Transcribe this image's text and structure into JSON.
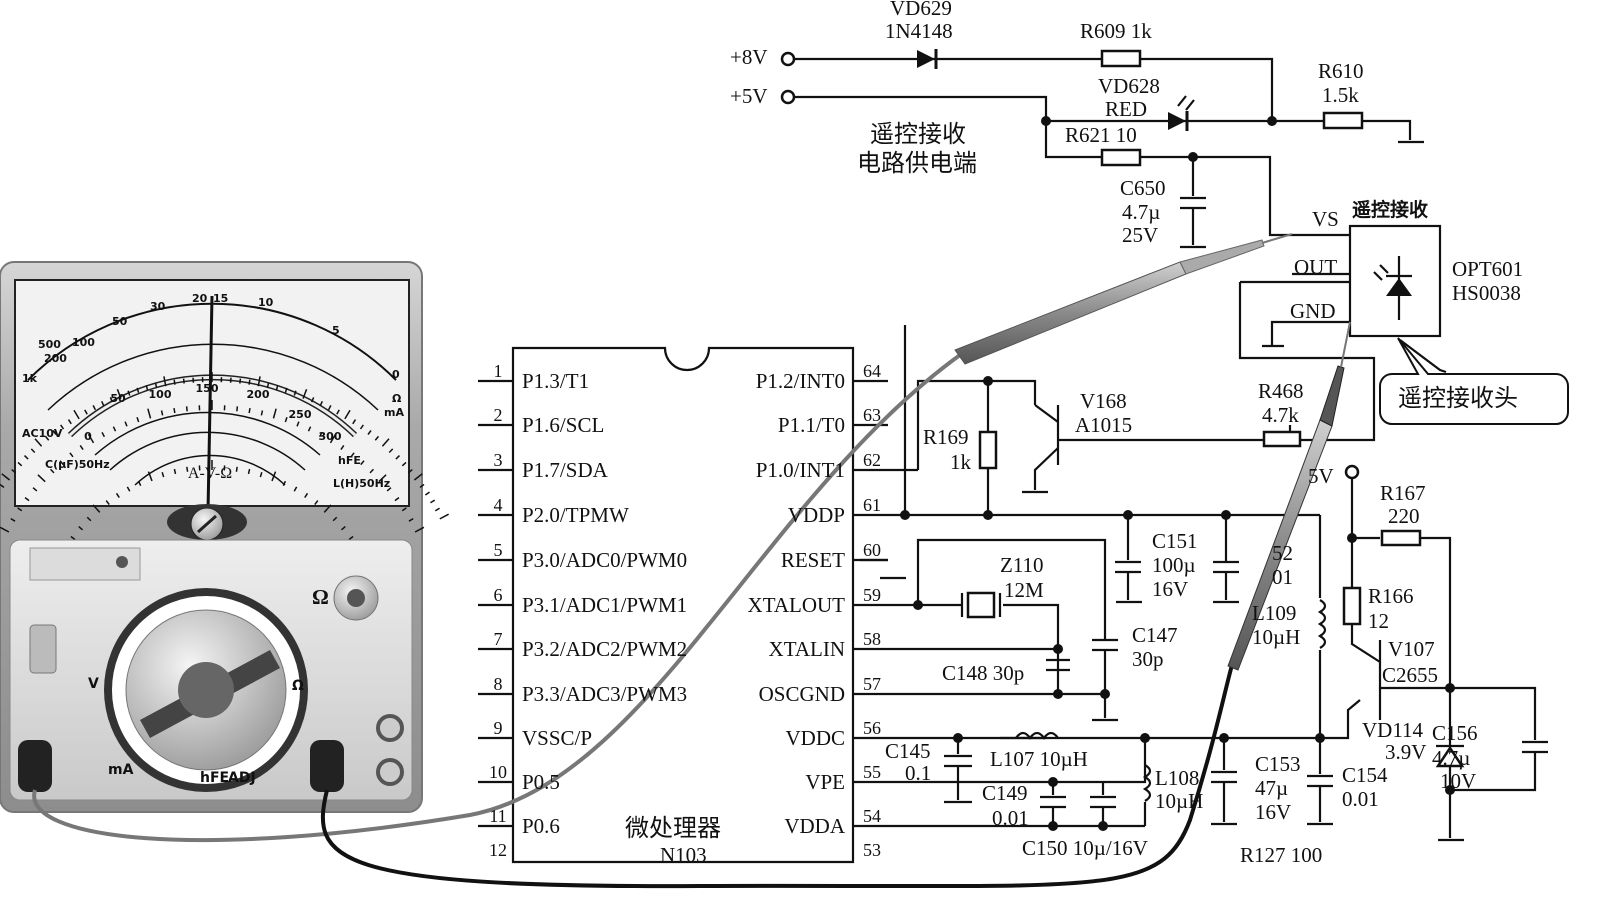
{
  "chip": {
    "name": "微处理器",
    "part": "N103",
    "left_pins": [
      {
        "num": "1",
        "label": "P1.3/T1"
      },
      {
        "num": "2",
        "label": "P1.6/SCL"
      },
      {
        "num": "3",
        "label": "P1.7/SDA"
      },
      {
        "num": "4",
        "label": "P2.0/TPMW"
      },
      {
        "num": "5",
        "label": "P3.0/ADC0/PWM0"
      },
      {
        "num": "6",
        "label": "P3.1/ADC1/PWM1"
      },
      {
        "num": "7",
        "label": "P3.2/ADC2/PWM2"
      },
      {
        "num": "8",
        "label": "P3.3/ADC3/PWM3"
      },
      {
        "num": "9",
        "label": "VSSC/P"
      },
      {
        "num": "10",
        "label": "P0.5"
      },
      {
        "num": "11",
        "label": "P0.6"
      },
      {
        "num": "12",
        "label": ""
      }
    ],
    "right_pins": [
      {
        "num": "64",
        "label": "P1.2/INT0"
      },
      {
        "num": "63",
        "label": "P1.1/T0"
      },
      {
        "num": "62",
        "label": "P1.0/INT1"
      },
      {
        "num": "61",
        "label": "VDDP"
      },
      {
        "num": "60",
        "label": "RESET"
      },
      {
        "num": "59",
        "label": "XTALOUT"
      },
      {
        "num": "58",
        "label": "XTALIN"
      },
      {
        "num": "57",
        "label": "OSCGND"
      },
      {
        "num": "56",
        "label": "VDDC"
      },
      {
        "num": "55",
        "label": "VPE"
      },
      {
        "num": "54",
        "label": "VDDA"
      },
      {
        "num": "53",
        "label": ""
      }
    ]
  },
  "labels": [
    "VD629",
    "1N4148",
    "R609 1k",
    "+8V",
    "+5V",
    "VD628",
    "RED",
    "R621 10",
    "R610",
    "1.5k",
    "C650",
    "4.7µ",
    "25V",
    "VS",
    "遥控接收",
    "OUT",
    "GND",
    "OPT601",
    "HS0038",
    "R468",
    "4.7k",
    "V168",
    "A1015",
    "R169",
    "1k",
    "5V",
    "R167",
    "220",
    "C151",
    "100µ",
    "16V",
    "52",
    "01",
    "Z110",
    "12M",
    "C147",
    "30p",
    "C148 30p",
    "R166",
    "12",
    "L109",
    "10µH",
    "V107",
    "C2655",
    "VD114",
    "3.9V",
    "C156",
    "4.7µ",
    "10V",
    "C145",
    "0.1",
    "L107 10µH",
    "L108",
    "10µH",
    "C153",
    "47µ",
    "16V",
    "C154",
    "0.01",
    "C149",
    "0.01",
    "C150 10µ/16V",
    "R127 100"
  ],
  "supply_note": [
    "遥控接收",
    "电路供电端"
  ],
  "callout": "遥控接收头",
  "multimeter": {
    "function_label": "A-V-Ω",
    "scale_top": [
      "20",
      "15",
      "10",
      "5",
      "0",
      "30",
      "50",
      "100",
      "200",
      "500",
      "1k"
    ],
    "scale_mid": [
      "0",
      "50",
      "100",
      "150",
      "200",
      "250",
      "300"
    ],
    "side_labels": [
      "AC10V",
      "C(µF)50Hz",
      "hFE",
      "L(H)50Hz",
      "Ω",
      "mA"
    ],
    "range_labels": [
      "V",
      "Ω",
      "mA",
      "hFE",
      "ADJ"
    ],
    "ohm_adjust_label": "Ω"
  },
  "colors": {
    "ink": "#111111",
    "meter_body": "#b9b9b9",
    "meter_face": "#f2f2f2",
    "probe_red": "#9a9a9a",
    "probe_black": "#333333"
  }
}
